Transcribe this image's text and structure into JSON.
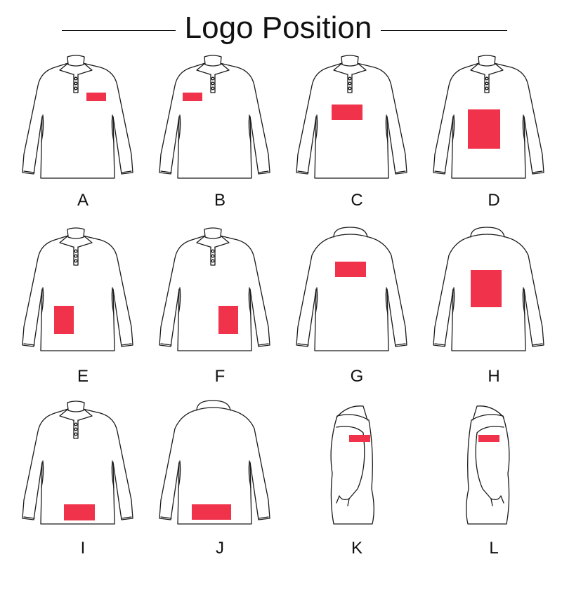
{
  "title": "Logo Position",
  "mark_color": "#f0324a",
  "positions": [
    {
      "label": "A",
      "view": "front",
      "area": "left-chest"
    },
    {
      "label": "B",
      "view": "front",
      "area": "right-chest"
    },
    {
      "label": "C",
      "view": "front",
      "area": "center-chest"
    },
    {
      "label": "D",
      "view": "front",
      "area": "full-front"
    },
    {
      "label": "E",
      "view": "front",
      "area": "lower-right-front"
    },
    {
      "label": "F",
      "view": "front",
      "area": "lower-left-front"
    },
    {
      "label": "G",
      "view": "back",
      "area": "upper-back"
    },
    {
      "label": "H",
      "view": "back",
      "area": "full-back"
    },
    {
      "label": "I",
      "view": "front",
      "area": "bottom-front"
    },
    {
      "label": "J",
      "view": "back",
      "area": "bottom-back"
    },
    {
      "label": "K",
      "view": "side-right",
      "area": "right-sleeve"
    },
    {
      "label": "L",
      "view": "side-left",
      "area": "left-sleeve"
    }
  ]
}
